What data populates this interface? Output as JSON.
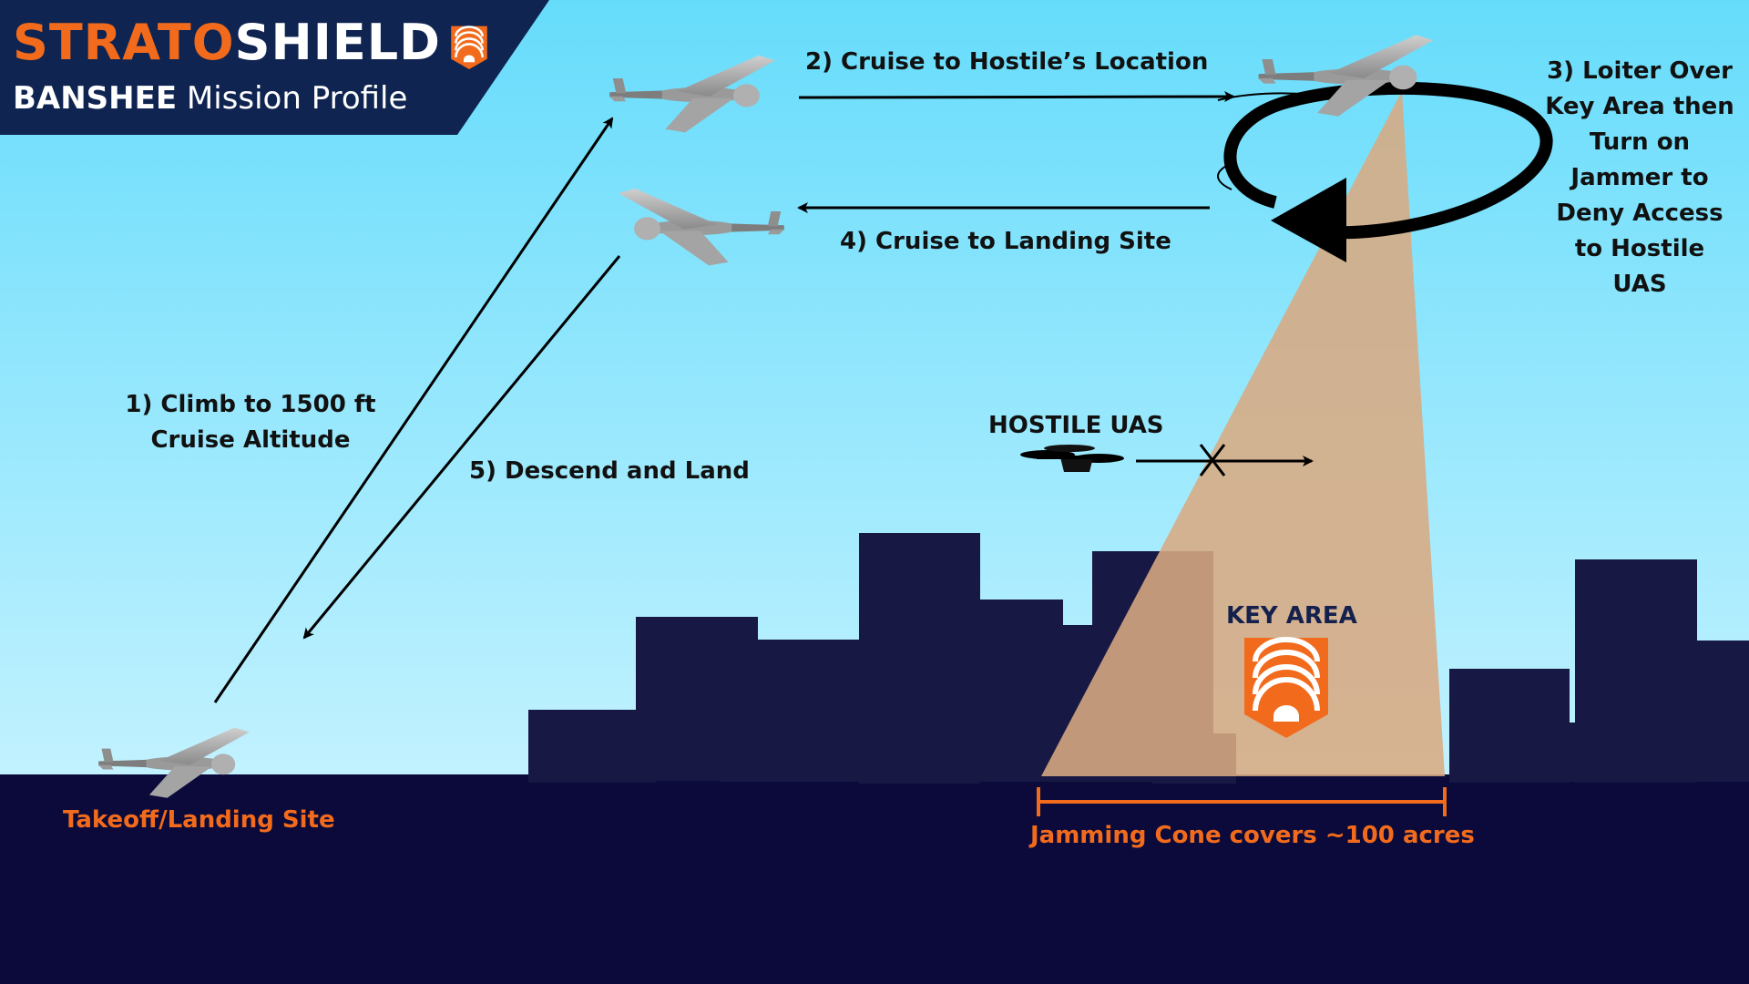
{
  "brand": {
    "name_part1": "STRATO",
    "name_part2": "SHIELD",
    "product": "BANSHEE",
    "profile": "Mission Profile"
  },
  "steps": {
    "step1_line1": "1) Climb to 1500 ft",
    "step1_line2": "Cruise Altitude",
    "step2": "2) Cruise to Hostile’s Location",
    "step3_lines": [
      "3) Loiter Over",
      "Key Area then",
      "Turn on",
      "Jammer to",
      "Deny Access",
      "to Hostile",
      "UAS"
    ],
    "step4": "4) Cruise to Landing Site",
    "step5": "5) Descend and Land"
  },
  "labels": {
    "hostile": "HOSTILE UAS",
    "key_area": "KEY AREA",
    "takeoff": "Takeoff/Landing Site",
    "jamming": "Jamming Cone covers ~100 acres"
  },
  "icons": {
    "logo": "shield-rings-icon",
    "key_area": "shield-rings-icon",
    "drone": "fixed-wing-drone-icon",
    "hostile": "quadcopter-icon",
    "blocked": "x-mark-icon",
    "loiter": "circular-arrow-icon"
  },
  "colors": {
    "sky_top": "#66dcfb",
    "sky_bottom": "#c3f2ff",
    "ground": "#0b0a3a",
    "building": "#181845",
    "accent_orange": "#f26b1d",
    "banner": "#0f2450",
    "cone": "#d8aa82",
    "text": "#111111"
  }
}
